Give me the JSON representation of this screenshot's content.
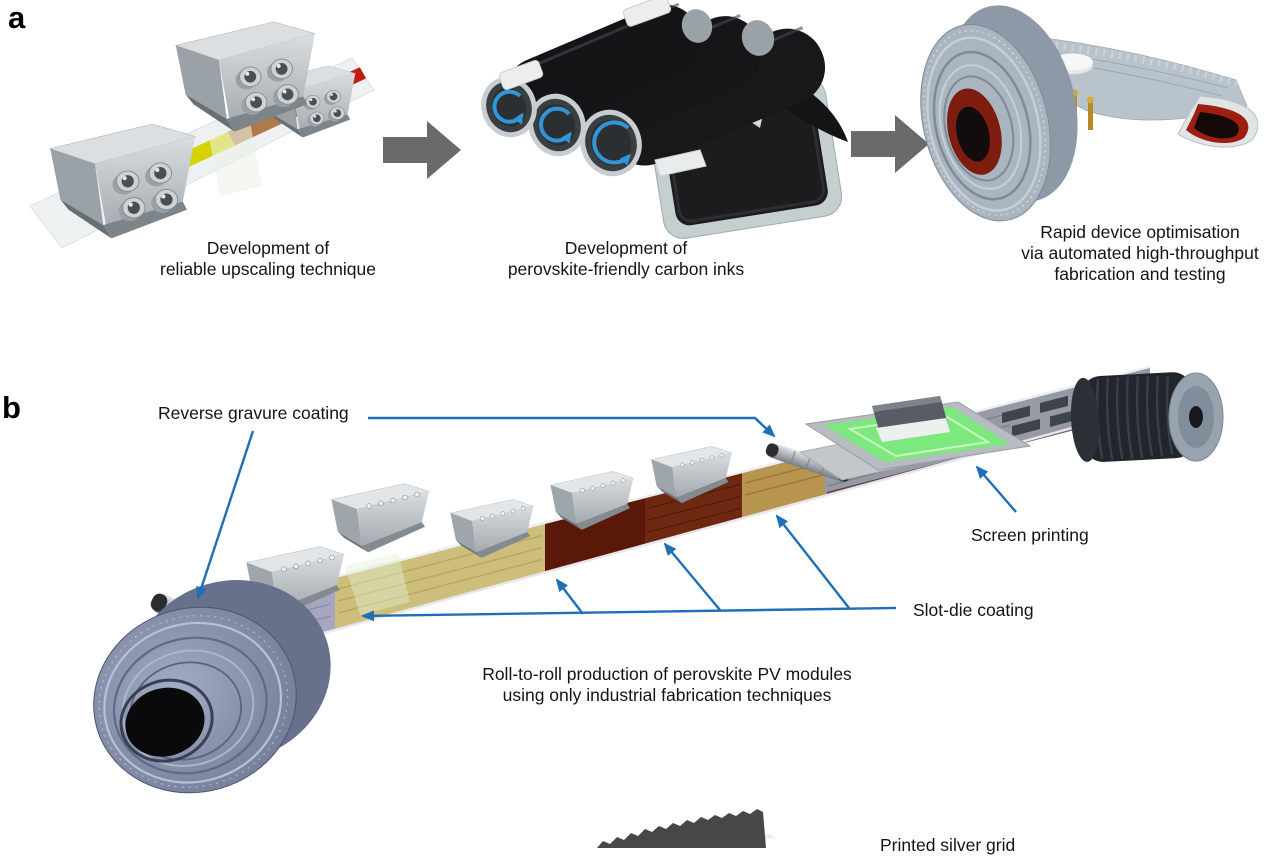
{
  "panels": {
    "a": {
      "letter": "a",
      "steps": [
        {
          "caption": "Development of\nreliable upscaling technique"
        },
        {
          "caption": "Development of\nperovskite-friendly carbon inks"
        },
        {
          "caption": "Rapid device optimisation\nvia automated high-throughput\nfabrication and testing"
        }
      ]
    },
    "b": {
      "letter": "b",
      "labels": {
        "reverse_gravure": "Reverse gravure coating",
        "screen_printing": "Screen printing",
        "slot_die": "Slot-die coating"
      },
      "caption": "Roll-to-roll production of perovskite PV modules\nusing only industrial fabrication techniques"
    },
    "c": {
      "partial_label": "Printed silver grid"
    }
  },
  "colors": {
    "annotation_blue": "#1e6fb5",
    "flow_arrow_gray": "#6a6a6a",
    "screen_green": "#7ce87e"
  }
}
